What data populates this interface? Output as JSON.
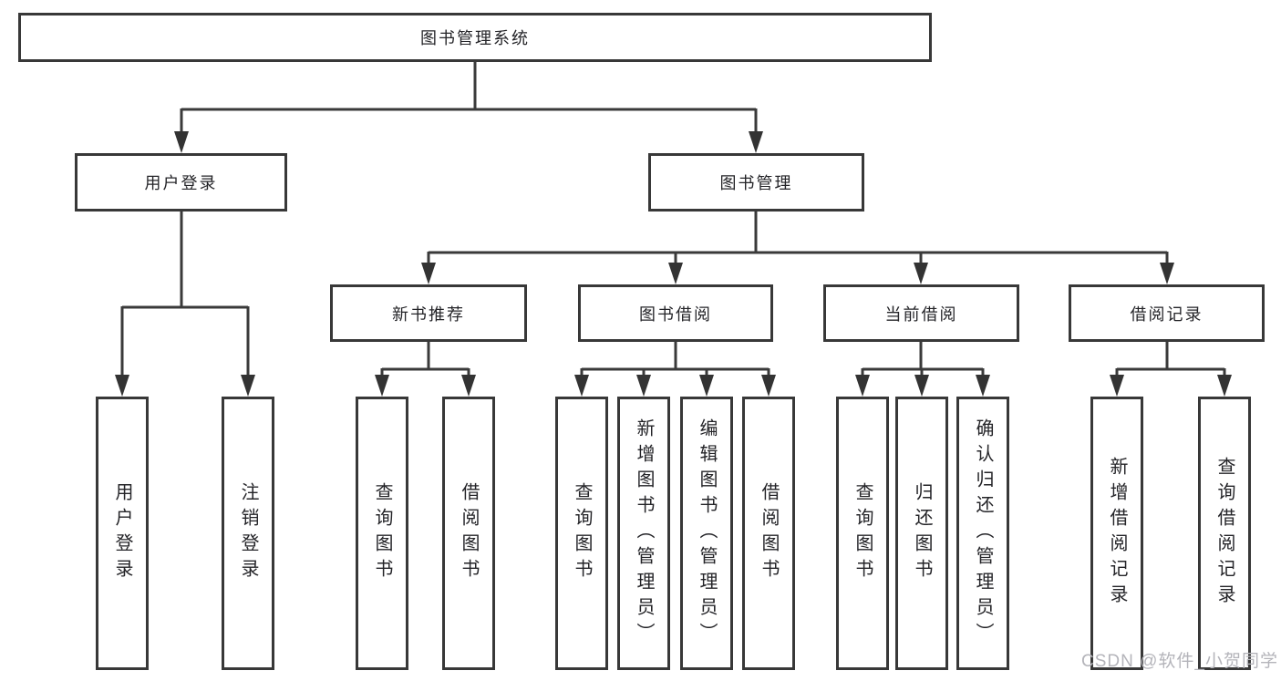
{
  "tree": {
    "label": "图书管理系统",
    "children": [
      {
        "label": "用户登录",
        "children": [
          "用户登录",
          "注销登录"
        ]
      },
      {
        "label": "图书管理",
        "children": [
          {
            "label": "新书推荐",
            "children": [
              "查询图书",
              "借阅图书"
            ]
          },
          {
            "label": "图书借阅",
            "children": [
              "查询图书",
              "新增图书（管理员）",
              "编辑图书（管理员）",
              "借阅图书"
            ]
          },
          {
            "label": "当前借阅",
            "children": [
              "查询图书",
              "归还图书",
              "确认归还（管理员）"
            ]
          },
          {
            "label": "借阅记录",
            "children": [
              "新增借阅记录",
              "查询借阅记录"
            ]
          }
        ]
      }
    ]
  },
  "watermark": {
    "text": "CSDN @软件_小贺同学"
  },
  "colors": {
    "line": "#3a3a3a",
    "box_border": "#383838",
    "text": "#242428",
    "watermark": "#b4b4ba",
    "background": "#ffffff"
  }
}
